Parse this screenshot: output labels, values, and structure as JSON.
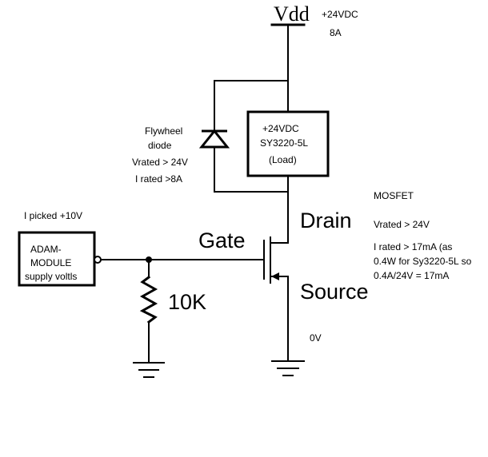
{
  "supply": {
    "name": "Vdd",
    "voltage": "+24VDC",
    "current": "8A"
  },
  "load": {
    "lines": [
      "+24VDC",
      "SY3220-5L",
      "(Load)"
    ]
  },
  "diode": {
    "label_lines": [
      "Flywheel",
      "diode"
    ],
    "rating_lines": [
      "Vrated > 24V",
      "I rated >8A"
    ]
  },
  "mosfet": {
    "title": "MOSFET",
    "drain": "Drain",
    "gate": "Gate",
    "source": "Source",
    "specs": [
      "Vrated > 24V",
      "I rated > 17mA (as",
      "0.4W for Sy3220-5L so",
      "0.4A/24V  = 17mA"
    ]
  },
  "adam": {
    "note": "I picked +10V",
    "lines": [
      "ADAM-",
      "MODULE",
      "supply voltls"
    ]
  },
  "resistor": {
    "value": "10K"
  },
  "ground": {
    "label": "0V"
  }
}
